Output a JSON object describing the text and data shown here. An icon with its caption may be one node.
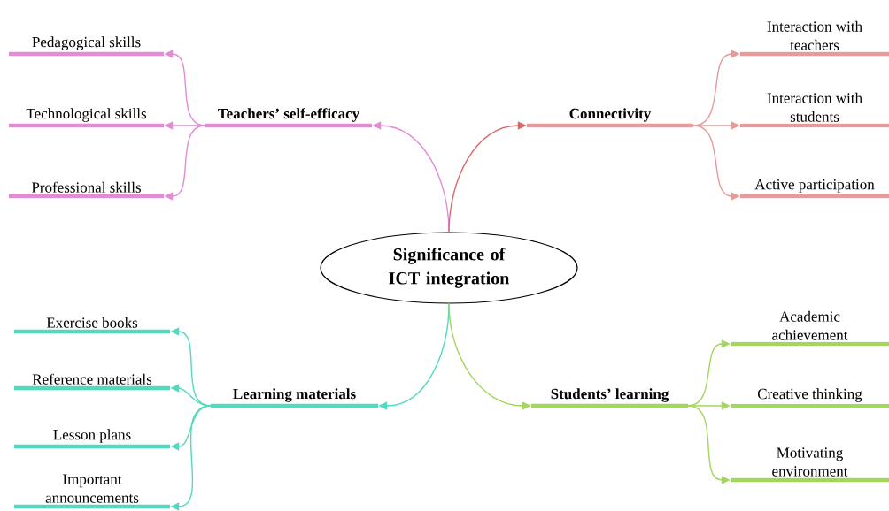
{
  "diagram": {
    "nodes": [
      {
        "text": [
          "Significance of ICT integration"
        ]
      },
      {
        "text": [
          "Teachers’ self-efficacy"
        ]
      },
      {
        "text": [
          "Pedagogical skills"
        ]
      },
      {
        "text": [
          "Technological skills"
        ]
      },
      {
        "text": [
          "Professional skills"
        ]
      },
      {
        "text": [
          "Connectivity"
        ]
      },
      {
        "text": [
          "Interaction with teachers"
        ]
      },
      {
        "text": [
          "Interaction with students"
        ]
      },
      {
        "text": [
          "Active participation"
        ]
      },
      {
        "text": [
          "Learning materials"
        ]
      },
      {
        "text": [
          "Exercise books"
        ]
      },
      {
        "text": [
          "Reference materials"
        ]
      },
      {
        "text": [
          "Lesson plans"
        ]
      },
      {
        "text": [
          "Important announcements"
        ]
      },
      {
        "text": [
          "Students’ learning"
        ]
      },
      {
        "text": [
          "Academic achievement"
        ]
      },
      {
        "text": [
          "Creative thinking"
        ]
      },
      {
        "text": [
          "Motivating environment"
        ]
      }
    ],
    "edges": [
      {
        "from": 0,
        "to": 1,
        "arrow": "to",
        "color": "#e58ad6"
      },
      {
        "from": 1,
        "to": 2,
        "arrow": "to",
        "color": "#e58ad6"
      },
      {
        "from": 1,
        "to": 3,
        "arrow": "to",
        "color": "#e58ad6"
      },
      {
        "from": 1,
        "to": 4,
        "arrow": "to",
        "color": "#e58ad6"
      },
      {
        "from": 0,
        "to": 5,
        "arrow": "to",
        "color": "#d96a6a"
      },
      {
        "from": 5,
        "to": 6,
        "arrow": "to",
        "color": "#e89a9a"
      },
      {
        "from": 5,
        "to": 7,
        "arrow": "to",
        "color": "#e89a9a"
      },
      {
        "from": 5,
        "to": 8,
        "arrow": "to",
        "color": "#e89a9a"
      },
      {
        "from": 0,
        "to": 9,
        "arrow": "to",
        "color": "#52d9bf"
      },
      {
        "from": 9,
        "to": 10,
        "arrow": "to",
        "color": "#52d9bf"
      },
      {
        "from": 9,
        "to": 11,
        "arrow": "to",
        "color": "#52d9bf"
      },
      {
        "from": 9,
        "to": 12,
        "arrow": "to",
        "color": "#52d9bf"
      },
      {
        "from": 9,
        "to": 13,
        "arrow": "to",
        "color": "#52d9bf"
      },
      {
        "from": 0,
        "to": 14,
        "arrow": "to",
        "color": "#a3d65f"
      },
      {
        "from": 14,
        "to": 15,
        "arrow": "to",
        "color": "#a3d65f"
      },
      {
        "from": 14,
        "to": 16,
        "arrow": "to",
        "color": "#a3d65f"
      },
      {
        "from": 14,
        "to": 17,
        "arrow": "to",
        "color": "#a3d65f"
      }
    ]
  }
}
